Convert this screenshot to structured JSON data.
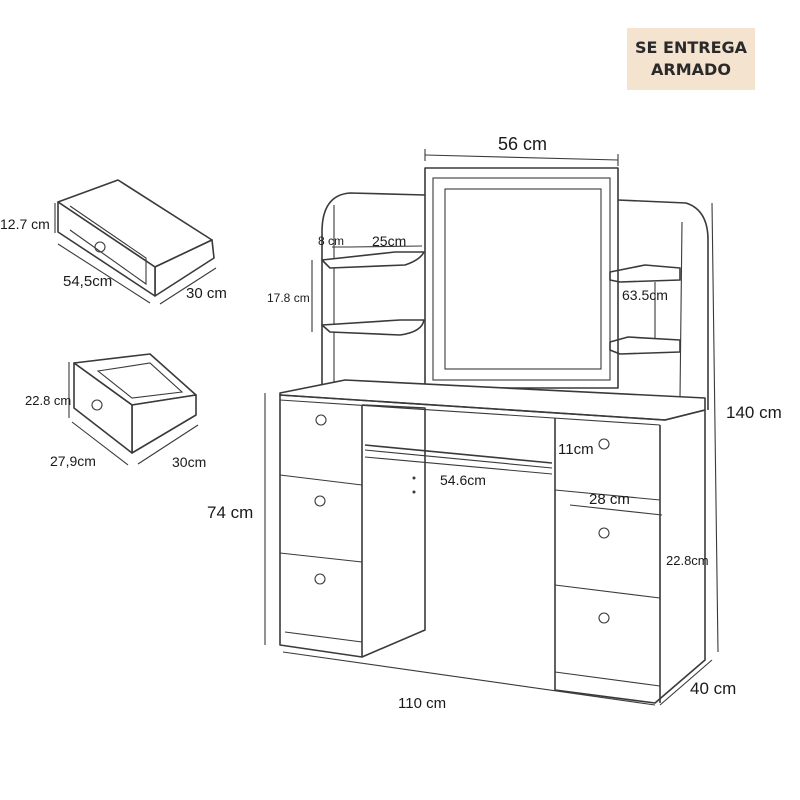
{
  "badge": {
    "line1": "SE ENTREGA",
    "line2": "ARMADO"
  },
  "drawer_small": {
    "height": "12.7 cm",
    "width": "54,5cm",
    "depth": "30 cm"
  },
  "drawer_deep": {
    "height": "22.8 cm",
    "width": "27,9cm",
    "depth": "30cm"
  },
  "dimensions": {
    "mirror_width": "56 cm",
    "shelf_gap": "8 cm",
    "shelf_width": "25cm",
    "shelf_spacing": "17.8 cm",
    "right_shelf_height": "63.5cm",
    "total_height": "140 cm",
    "desk_height": "74 cm",
    "drawer_height_small": "11cm",
    "drawer_width": "28 cm",
    "drawer_height_deep": "22.8cm",
    "center_width": "54.6cm",
    "total_width": "110 cm",
    "depth": "40 cm"
  }
}
